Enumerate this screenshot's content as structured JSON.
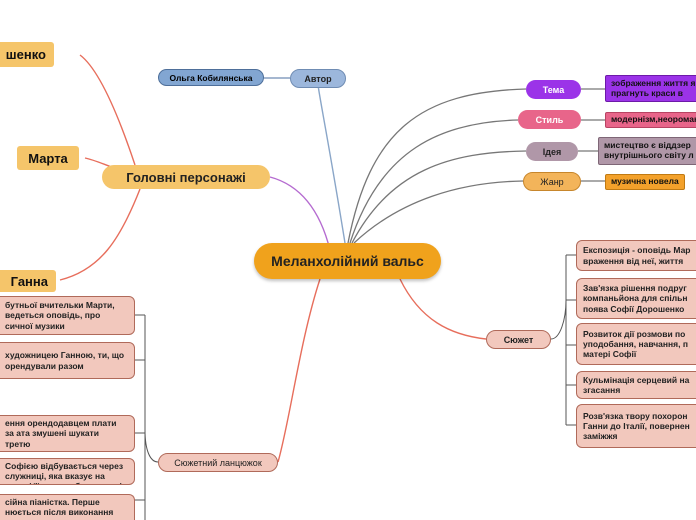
{
  "central": {
    "label": "Меланхолійний вальс"
  },
  "main_characters": {
    "label": "Головні персонажі",
    "items": [
      "шенко",
      "Марта",
      "Ганна"
    ]
  },
  "author": {
    "label": "Автор",
    "value": "Ольга Кобилянська"
  },
  "theme": {
    "label": "Тема",
    "value": "зображення життя які прагнуть краси в"
  },
  "style": {
    "label": "Стиль",
    "value": "модернізм,неороман"
  },
  "idea": {
    "label": "Ідея",
    "value": "мистецтво є віддзер внутрішнього світу л"
  },
  "genre": {
    "label": "Жанр",
    "value": "музична новела"
  },
  "plot": {
    "label": "Сюжет",
    "items": [
      "Експозиція - оповідь Мар враження від неї, життя",
      "Зав'язка рішення подруг компаньйона для спільн поява Софії Дорошенко",
      "Розвиток дії розмови по уподобання, навчання, п матері Софії",
      "Кульмінація серцевий на згасання",
      "Розв'язка твору похорон Ганни до Італії, повернен заміжжя"
    ]
  },
  "chain": {
    "label": "Сюжетний ланцюжок",
    "items": [
      "бутньої вчительки Марти, ведеться оповідь, про сичної музики",
      "художницею Ганною, ти, що орендували разом",
      "ення орендодавцем плати за ата змушені шукати третю",
      "Софією відбувається через служниці, яка вказує на деталі її гардеробу: подерті дзик від пальта тримається",
      "сійна піаністка. Перше нюється після виконання"
    ]
  },
  "colors": {
    "central": "#f0a21c",
    "main": "#f5c56a",
    "author": "#82a6d2",
    "theme": "#9b33e8",
    "style": "#e8658a",
    "idea": "#b097a8",
    "genre": "#f3b45a",
    "leaf": "#f3a12b",
    "plot": "#f2c8bd"
  }
}
